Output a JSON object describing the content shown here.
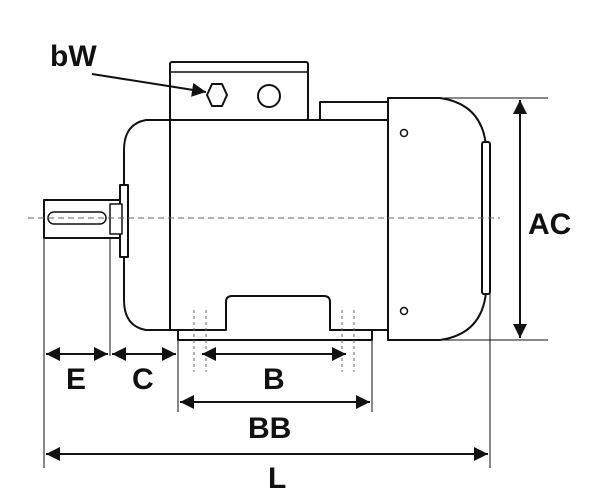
{
  "labels": {
    "bw": "bW",
    "ac": "AC",
    "e": "E",
    "c": "C",
    "b": "B",
    "bb": "BB",
    "l": "L"
  },
  "colors": {
    "stroke": "#111111",
    "fill": "#ffffff",
    "dash": "#666666"
  }
}
